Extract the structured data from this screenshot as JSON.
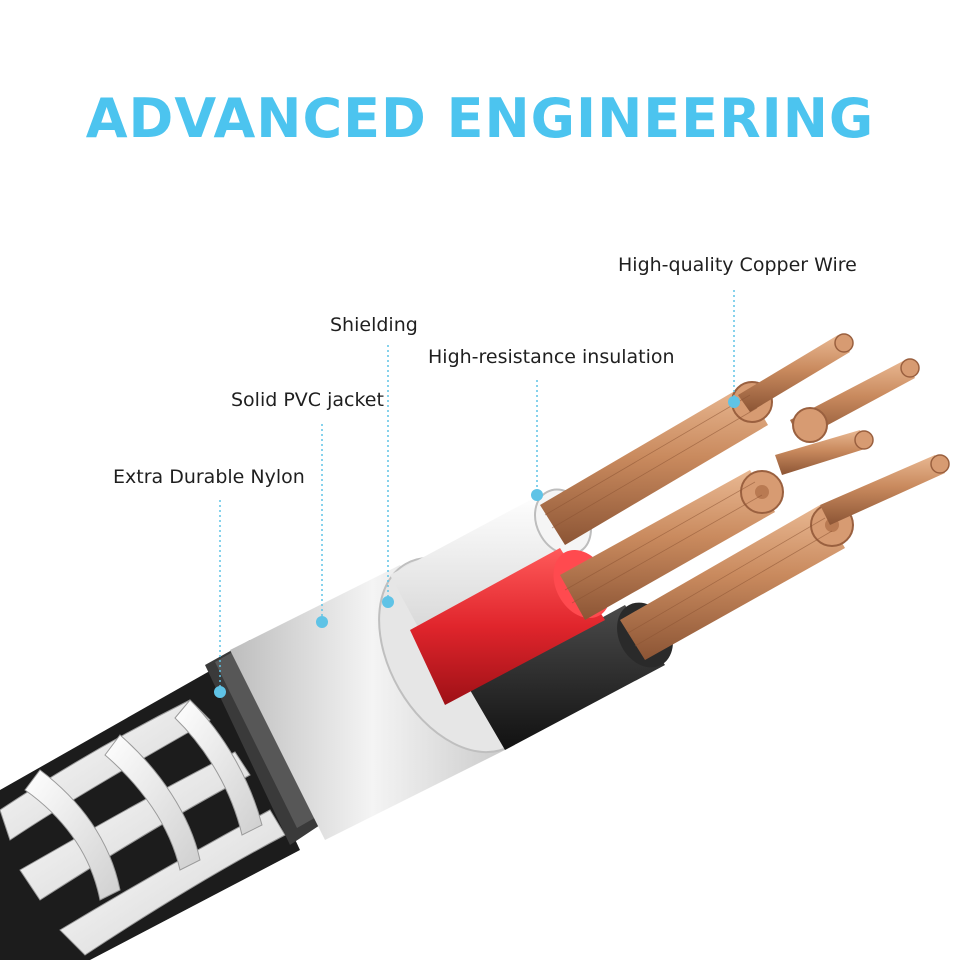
{
  "headline": "ADVANCED ENGINEERING",
  "colors": {
    "headline": "#4cc4ef",
    "leader_line": "#5fc3e6",
    "copper": "#c98a5e",
    "red_insulation": "#e0252c",
    "white_insulation": "#f2f2f2",
    "black_insulation": "#1a1a1a",
    "jacket": "#d8d8d8"
  },
  "callouts": [
    {
      "id": "copper",
      "label": "High-quality Copper Wire"
    },
    {
      "id": "shielding",
      "label": "Shielding"
    },
    {
      "id": "insulation",
      "label": "High-resistance insulation"
    },
    {
      "id": "pvc",
      "label": "Solid PVC jacket"
    },
    {
      "id": "nylon",
      "label": "Extra Durable Nylon"
    }
  ]
}
